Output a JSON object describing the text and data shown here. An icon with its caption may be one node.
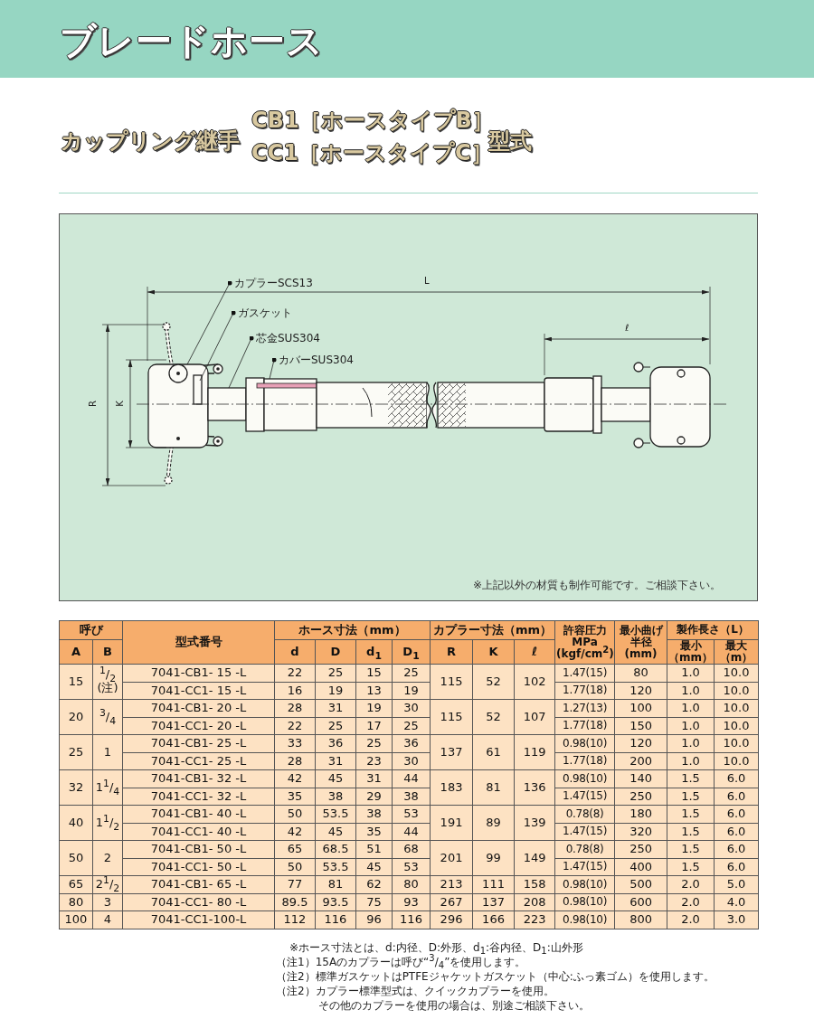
{
  "diagram": {
    "title": "ブレードホース",
    "nodes": [
      {
        "text": [
          "カプラーSCS13"
        ]
      },
      {
        "text": [
          "ガスケット"
        ]
      },
      {
        "text": [
          "芯金SUS304"
        ]
      },
      {
        "text": [
          "カバーSUS304"
        ]
      }
    ],
    "edges": [
      {
        "from": 0,
        "to": null,
        "arrow": "other"
      },
      {
        "from": 1,
        "to": null,
        "arrow": "other"
      },
      {
        "from": 2,
        "to": null,
        "arrow": "other"
      },
      {
        "from": 3,
        "to": null,
        "arrow": "other"
      }
    ],
    "labels": [
      "カップリング継手",
      "CB1［ホースタイプB］",
      "CC1［ホースタイプC］",
      "型式",
      "L",
      "ℓ",
      "R",
      "K",
      "※上記以外の材質も制作可能です。ご相談下さい。",
      "呼び",
      "型式番号",
      "ホース寸法（mm）",
      "カプラー寸法（mm）",
      "許容圧力 MPa (kgf/cm$^{2}$)",
      "最小曲げ半径(mm)",
      "製作長さ（L）",
      "A",
      "B",
      "d",
      "D",
      "d$_{1}$",
      "D$_{1}$",
      "R",
      "K",
      "ℓ",
      "最小（mm）",
      "最大（m）",
      "15",
      "$^{1}$/$_{2}$ (注)",
      "7041-CB1- 15 -L",
      "22",
      "25",
      "15",
      "25",
      "115",
      "52",
      "102",
      "1.47(15)",
      "80",
      "1.0",
      "10.0",
      "7041-CC1- 15 -L",
      "16",
      "19",
      "13",
      "19",
      "1.77(18)",
      "120",
      "1.0",
      "10.0",
      "20",
      "$^{3}$/$_{4}$",
      "7041-CB1- 20 -L",
      "28",
      "31",
      "19",
      "30",
      "115",
      "52",
      "107",
      "1.27(13)",
      "100",
      "1.0",
      "10.0",
      "7041-CC1- 20 -L",
      "22",
      "25",
      "17",
      "25",
      "1.77(18)",
      "150",
      "1.0",
      "10.0",
      "25",
      "1",
      "7041-CB1- 25 -L",
      "33",
      "36",
      "25",
      "36",
      "137",
      "61",
      "119",
      "0.98(10)",
      "120",
      "1.0",
      "10.0",
      "7041-CC1- 25 -L",
      "28",
      "31",
      "23",
      "30",
      "1.77(18)",
      "200",
      "1.0",
      "10.0",
      "32",
      "1$^{1}$/$_{4}$",
      "7041-CB1- 32 -L",
      "42",
      "45",
      "31",
      "44",
      "183",
      "81",
      "136",
      "0.98(10)",
      "140",
      "1.5",
      "6.0",
      "7041-CC1- 32 -L",
      "35",
      "38",
      "29",
      "38",
      "1.47(15)",
      "250",
      "1.5",
      "6.0",
      "40",
      "1$^{1}$/$_{2}$",
      "7041-CB1- 40 -L",
      "50",
      "53.5",
      "38",
      "53",
      "191",
      "89",
      "139",
      "0.78(8)",
      "180",
      "1.5",
      "6.0",
      "7041-CC1- 40 -L",
      "42",
      "45",
      "35",
      "44",
      "1.47(15)",
      "320",
      "1.5",
      "6.0",
      "50",
      "2",
      "7041-CB1- 50 -L",
      "65",
      "68.5",
      "51",
      "68",
      "201",
      "99",
      "149",
      "0.78(8)",
      "250",
      "1.5",
      "6.0",
      "7041-CC1- 50 -L",
      "50",
      "53.5",
      "45",
      "53",
      "1.47(15)",
      "400",
      "1.5",
      "6.0",
      "65",
      "2$^{1}$/$_{2}$",
      "7041-CB1- 65 -L",
      "77",
      "81",
      "62",
      "80",
      "213",
      "111",
      "158",
      "0.98(10)",
      "500",
      "2.0",
      "5.0",
      "80",
      "3",
      "7041-CC1- 80 -L",
      "89.5",
      "93.5",
      "75",
      "93",
      "267",
      "137",
      "208",
      "0.98(10)",
      "600",
      "2.0",
      "4.0",
      "100",
      "4",
      "7041-CC1-100-L",
      "112",
      "116",
      "96",
      "116",
      "296",
      "166",
      "223",
      "0.98(10)",
      "800",
      "2.0",
      "3.0",
      "※ホース寸法とは、d:内径、D:外形、d$_{1}$:谷内径、D$_{1}$:山外形",
      "（注1）15Aのカプラーは呼び“$^{3}$/$_{4}$”を使用します。",
      "（注2）標準ガスケットはPTFEジャケットガスケット（中心:ふっ素ゴム）を使用します。",
      "（注2）カプラー標準型式は、クイックカプラーを使用。",
      "その他のカプラーを使用の場合は、別途ご相談下さい。"
    ]
  }
}
